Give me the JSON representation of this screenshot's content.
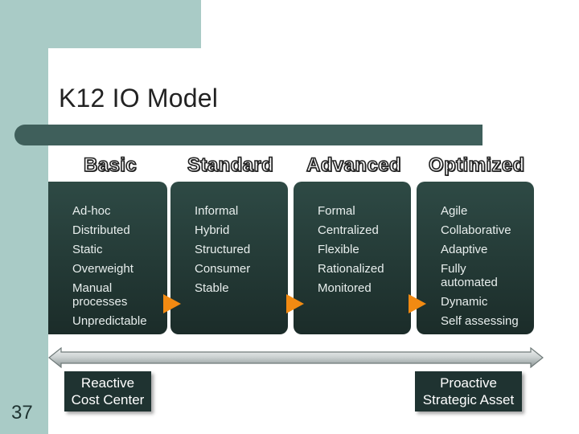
{
  "slide": {
    "title": "K12 IO Model",
    "page_number": "37"
  },
  "levels": [
    {
      "name": "Basic",
      "items": [
        "Ad-hoc",
        "Distributed",
        "Static",
        "Overweight",
        "Manual processes",
        "Unpredictable"
      ]
    },
    {
      "name": "Standard",
      "items": [
        "Informal",
        "Hybrid",
        "Structured",
        "Consumer",
        "Stable"
      ]
    },
    {
      "name": "Advanced",
      "items": [
        "Formal",
        "Centralized",
        "Flexible",
        "Rationalized",
        "Monitored"
      ]
    },
    {
      "name": "Optimized",
      "items": [
        "Agile",
        "Collaborative",
        "Adaptive",
        "Fully automated",
        "Dynamic",
        "Self assessing"
      ]
    }
  ],
  "scale": {
    "left_line1": "Reactive",
    "left_line2": "Cost Center",
    "right_line1": "Proactive",
    "right_line2": "Strategic Asset"
  },
  "colors": {
    "accent_band": "#a9cbc6",
    "panel": "#233935",
    "arrow_marker": "#f28a12"
  }
}
